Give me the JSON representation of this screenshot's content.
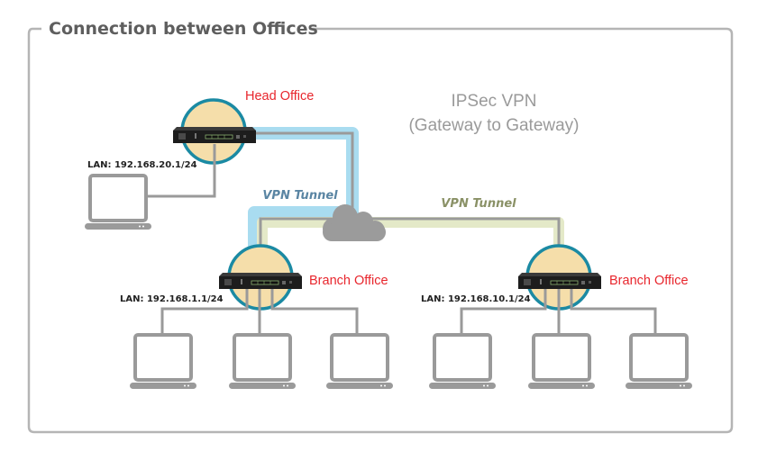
{
  "diagram": {
    "title": "Connection between Offices",
    "heading_line1": "IPSec VPN",
    "heading_line2": "(Gateway to Gateway)",
    "colors": {
      "frame": "#b5b5b5",
      "office_label": "#e8262d",
      "heading": "#9a9a9a",
      "tunnel_blue": "#a9dcf0",
      "tunnel_blue_label": "#5a85a3",
      "tunnel_olive": "#e4e9c8",
      "tunnel_olive_label": "#8a9166",
      "wire": "#999999",
      "cloud": "#9b9b9b",
      "node_fill": "#f5deaa",
      "node_ring": "#1b8aa3",
      "router": "#1d1d1d",
      "laptop": "#9a9a9a"
    },
    "nodes": [
      {
        "id": "head-office",
        "label": "Head Office",
        "lan": "LAN: 192.168.20.1/24",
        "laptop_count": 1
      },
      {
        "id": "branch-office-1",
        "label": "Branch Office",
        "lan": "LAN: 192.168.1.1/24",
        "laptop_count": 3
      },
      {
        "id": "branch-office-2",
        "label": "Branch Office",
        "lan": "LAN: 192.168.10.1/24",
        "laptop_count": 3
      }
    ],
    "tunnels": [
      {
        "label": "VPN Tunnel",
        "from": "head-office",
        "to": "branch-office-1",
        "style": "blue"
      },
      {
        "label": "VPN Tunnel",
        "from": "branch-office-1",
        "to": "branch-office-2",
        "style": "olive"
      }
    ],
    "icons": {
      "cloud": "cloud-icon",
      "router": "router-icon",
      "laptop": "laptop-icon"
    }
  }
}
